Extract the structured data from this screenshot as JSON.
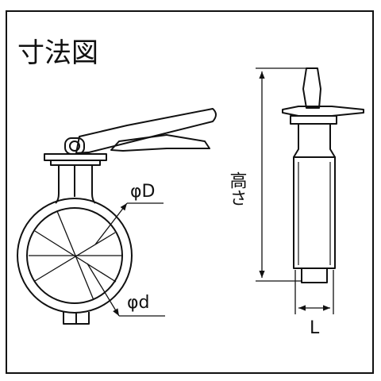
{
  "title": "寸法図",
  "labels": {
    "outer_diameter": "φD",
    "inner_diameter": "φd",
    "height": "高さ",
    "length": "L"
  },
  "colors": {
    "line": "#111111",
    "background": "#ffffff"
  }
}
